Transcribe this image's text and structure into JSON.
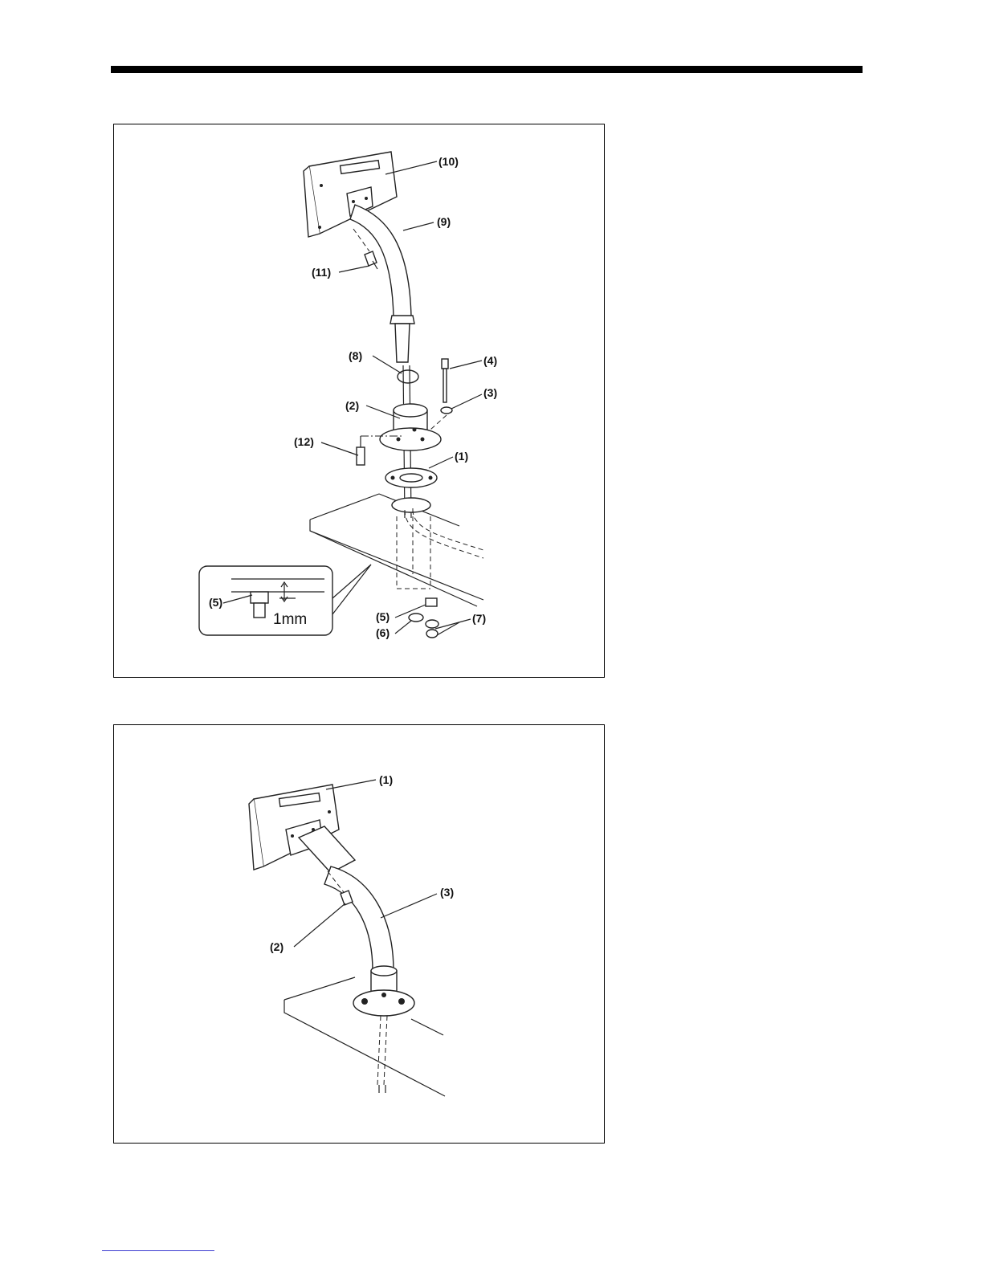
{
  "figure1": {
    "labels": {
      "p10": "(10)",
      "p9": "(9)",
      "p11": "(11)",
      "p8": "(8)",
      "p4": "(4)",
      "p3": "(3)",
      "p2": "(2)",
      "p12": "(12)",
      "p1": "(1)",
      "inset_p5": "(5)",
      "inset_dim": "1mm",
      "p5": "(5)",
      "p6": "(6)",
      "p7": "(7)"
    }
  },
  "figure2": {
    "labels": {
      "p1": "(1)",
      "p3": "(3)",
      "p2": "(2)"
    }
  }
}
